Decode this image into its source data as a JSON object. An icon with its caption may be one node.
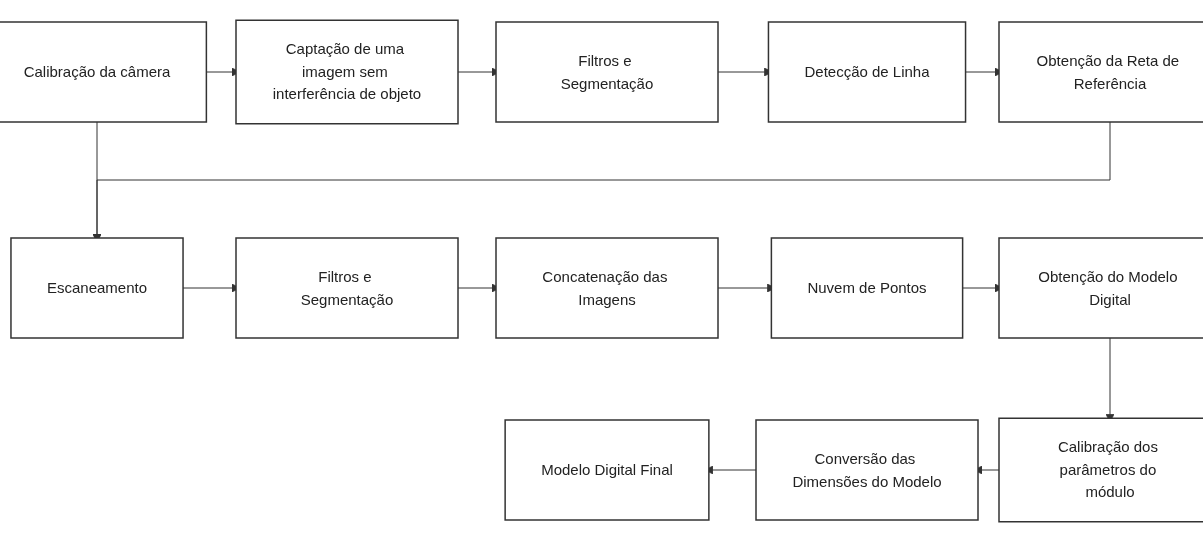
{
  "diagram": {
    "nodes": [
      {
        "text": [
          "Calibração da câmera"
        ]
      },
      {
        "text": [
          "Captação de uma imagem sem interferência de objeto"
        ]
      },
      {
        "text": [
          "Filtros e Segmentação"
        ]
      },
      {
        "text": [
          "Detecção de Linha"
        ]
      },
      {
        "text": [
          "Obtenção da Reta de Referência"
        ]
      },
      {
        "text": [
          "Escaneamento"
        ]
      },
      {
        "text": [
          "Filtros e Segmentação"
        ]
      },
      {
        "text": [
          "Concatenação das Imagens"
        ]
      },
      {
        "text": [
          "Nuvem de Pontos"
        ]
      },
      {
        "text": [
          "Obtenção do Modelo Digital"
        ]
      },
      {
        "text": [
          "Calibração dos parâmetros do módulo"
        ]
      },
      {
        "text": [
          "Conversão das Dimensões do Modelo"
        ]
      },
      {
        "text": [
          "Modelo Digital Final"
        ]
      }
    ],
    "edges": [
      {
        "from": 0,
        "to": 1,
        "arrow": "to"
      },
      {
        "from": 1,
        "to": 2,
        "arrow": "to"
      },
      {
        "from": 2,
        "to": 3,
        "arrow": "to"
      },
      {
        "from": 3,
        "to": 4,
        "arrow": "to"
      },
      {
        "from": 0,
        "to": 5,
        "arrow": "to"
      },
      {
        "from": 4,
        "to": 5,
        "arrow": "to"
      },
      {
        "from": 5,
        "to": 6,
        "arrow": "to"
      },
      {
        "from": 6,
        "to": 7,
        "arrow": "to"
      },
      {
        "from": 7,
        "to": 8,
        "arrow": "to"
      },
      {
        "from": 8,
        "to": 9,
        "arrow": "to"
      },
      {
        "from": 9,
        "to": 10,
        "arrow": "to"
      },
      {
        "from": 10,
        "to": 11,
        "arrow": "to"
      },
      {
        "from": 11,
        "to": 12,
        "arrow": "to"
      }
    ]
  }
}
